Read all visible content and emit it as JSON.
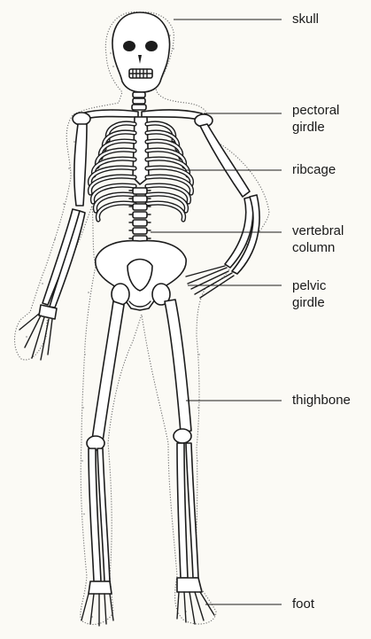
{
  "labels": {
    "skull": "skull",
    "pectoral_girdle": [
      "pectoral",
      "girdle"
    ],
    "ribcage": "ribcage",
    "vertebral_column": [
      "vertebral",
      "column"
    ],
    "pelvic_girdle": [
      "pelvic",
      "girdle"
    ],
    "thighbone": "thighbone",
    "foot": "foot"
  }
}
